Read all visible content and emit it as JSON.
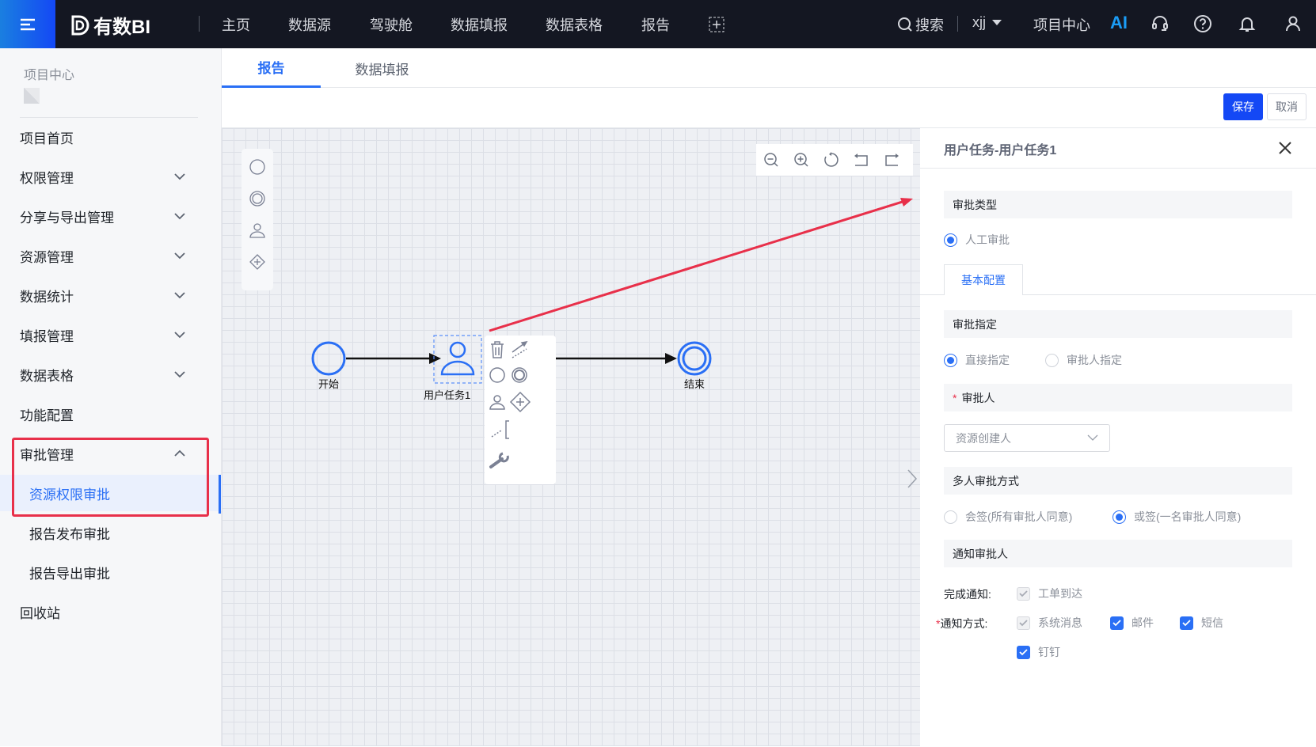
{
  "header": {
    "logo": "有数BI",
    "nav": [
      "主页",
      "数据源",
      "驾驶舱",
      "数据填报",
      "数据表格",
      "报告"
    ],
    "search": "搜索",
    "user": "xjj",
    "project_center": "项目中心",
    "ai": "AI"
  },
  "sidebar": {
    "project_label": "项目中心",
    "items": [
      {
        "label": "项目首页"
      },
      {
        "label": "权限管理"
      },
      {
        "label": "分享与导出管理"
      },
      {
        "label": "资源管理"
      },
      {
        "label": "数据统计"
      },
      {
        "label": "填报管理"
      },
      {
        "label": "数据表格"
      },
      {
        "label": "功能配置"
      },
      {
        "label": "审批管理"
      },
      {
        "label": "资源权限审批"
      },
      {
        "label": "报告发布审批"
      },
      {
        "label": "报告导出审批"
      },
      {
        "label": "回收站"
      }
    ]
  },
  "tabs": [
    "报告",
    "数据填报"
  ],
  "toolbar": {
    "save": "保存",
    "cancel": "取消"
  },
  "diagram": {
    "start": "开始",
    "task": "用户任务1",
    "end": "结束"
  },
  "panel": {
    "title": "用户任务-用户任务1",
    "approval_type": "审批类型",
    "manual": "人工审批",
    "basic_tab": "基本配置",
    "assign": "审批指定",
    "direct": "直接指定",
    "by_approver": "审批人指定",
    "approver": "审批人",
    "approver_value": "资源创建人",
    "multi": "多人审批方式",
    "all_sign": "会签(所有审批人同意)",
    "any_sign": "或签(一名审批人同意)",
    "notify": "通知审批人",
    "done_notify": "完成通知:",
    "ticket": "工单到达",
    "method": "通知方式:",
    "sys_msg": "系统消息",
    "mail": "邮件",
    "sms": "短信",
    "dingtalk": "钉钉"
  },
  "colors": {
    "accent": "#2a6ff5",
    "header": "#141722",
    "highlight": "#e8304a"
  }
}
